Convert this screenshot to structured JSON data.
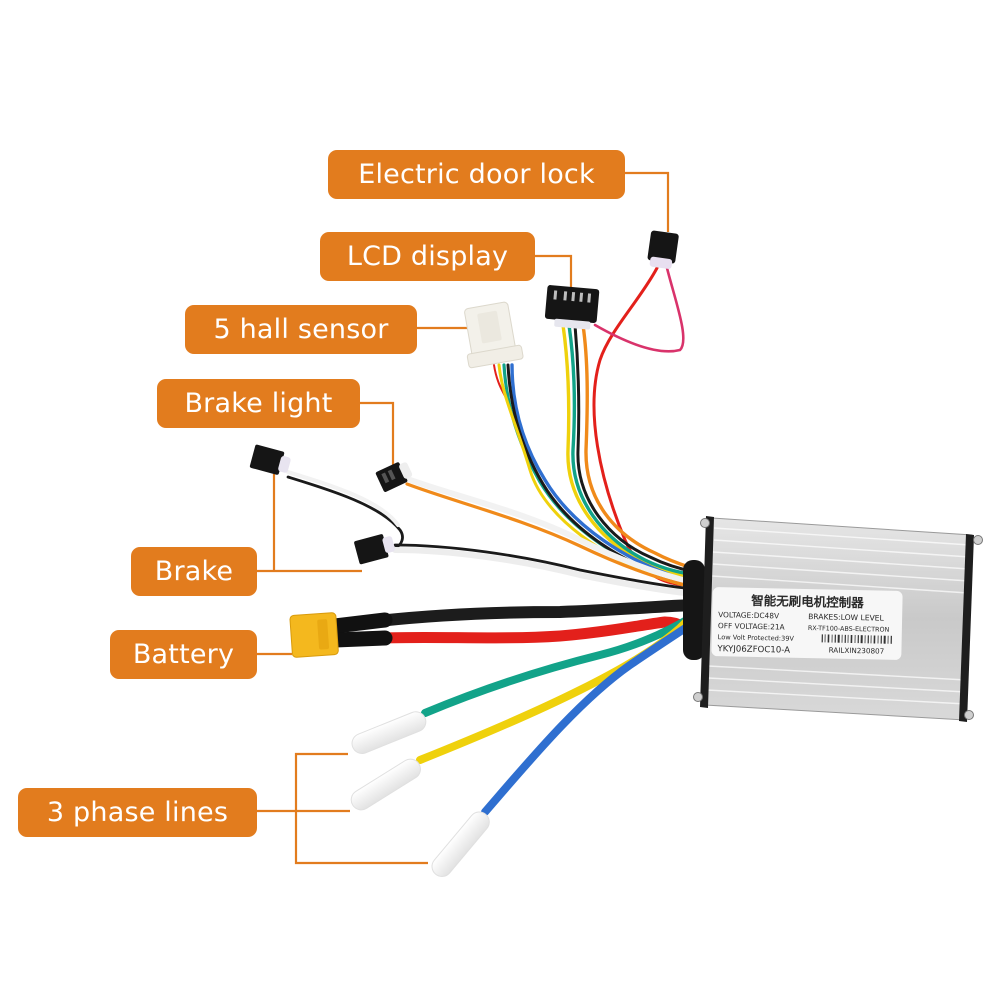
{
  "diagram": {
    "subject": "Brushless motor controller wiring",
    "label_color": "#E27C1E",
    "label_text_color": "#FFFFFF",
    "callouts": [
      {
        "id": "door",
        "label": "Electric door lock",
        "target": "electric-door-lock-connector"
      },
      {
        "id": "lcd",
        "label": "LCD display",
        "target": "lcd-display-connector"
      },
      {
        "id": "hall",
        "label": "5 hall sensor",
        "target": "hall-sensor-connector"
      },
      {
        "id": "blight",
        "label": "Brake light",
        "target": "brake-light-connector"
      },
      {
        "id": "brake",
        "label": "Brake",
        "target": "brake-connectors"
      },
      {
        "id": "batt",
        "label": "Battery",
        "target": "battery-xt60-connector"
      },
      {
        "id": "phase",
        "label": "3 phase lines",
        "target": "phase-line-terminals"
      }
    ],
    "controller_sticker": {
      "title": "智能无刷电机控制器",
      "left_lines": [
        "VOLTAGE:DC48V",
        "OFF VOLTAGE:21A",
        "Low Volt Protected:39V",
        "YKYJ06ZFOC10-A"
      ],
      "right_lines": [
        "BRAKES:LOW LEVEL",
        "RX-TF100-ABS-ELECTRON"
      ],
      "barcode_caption": "RAILXIN230807"
    },
    "wire_colors": {
      "red": "#E3201B",
      "pink": "#D9336B",
      "yellow": "#EFD10C",
      "green": "#12A389",
      "blue": "#2F6FD0",
      "black": "#1A1A1A",
      "orange": "#F08A1A",
      "white": "#F4F4F4"
    }
  }
}
